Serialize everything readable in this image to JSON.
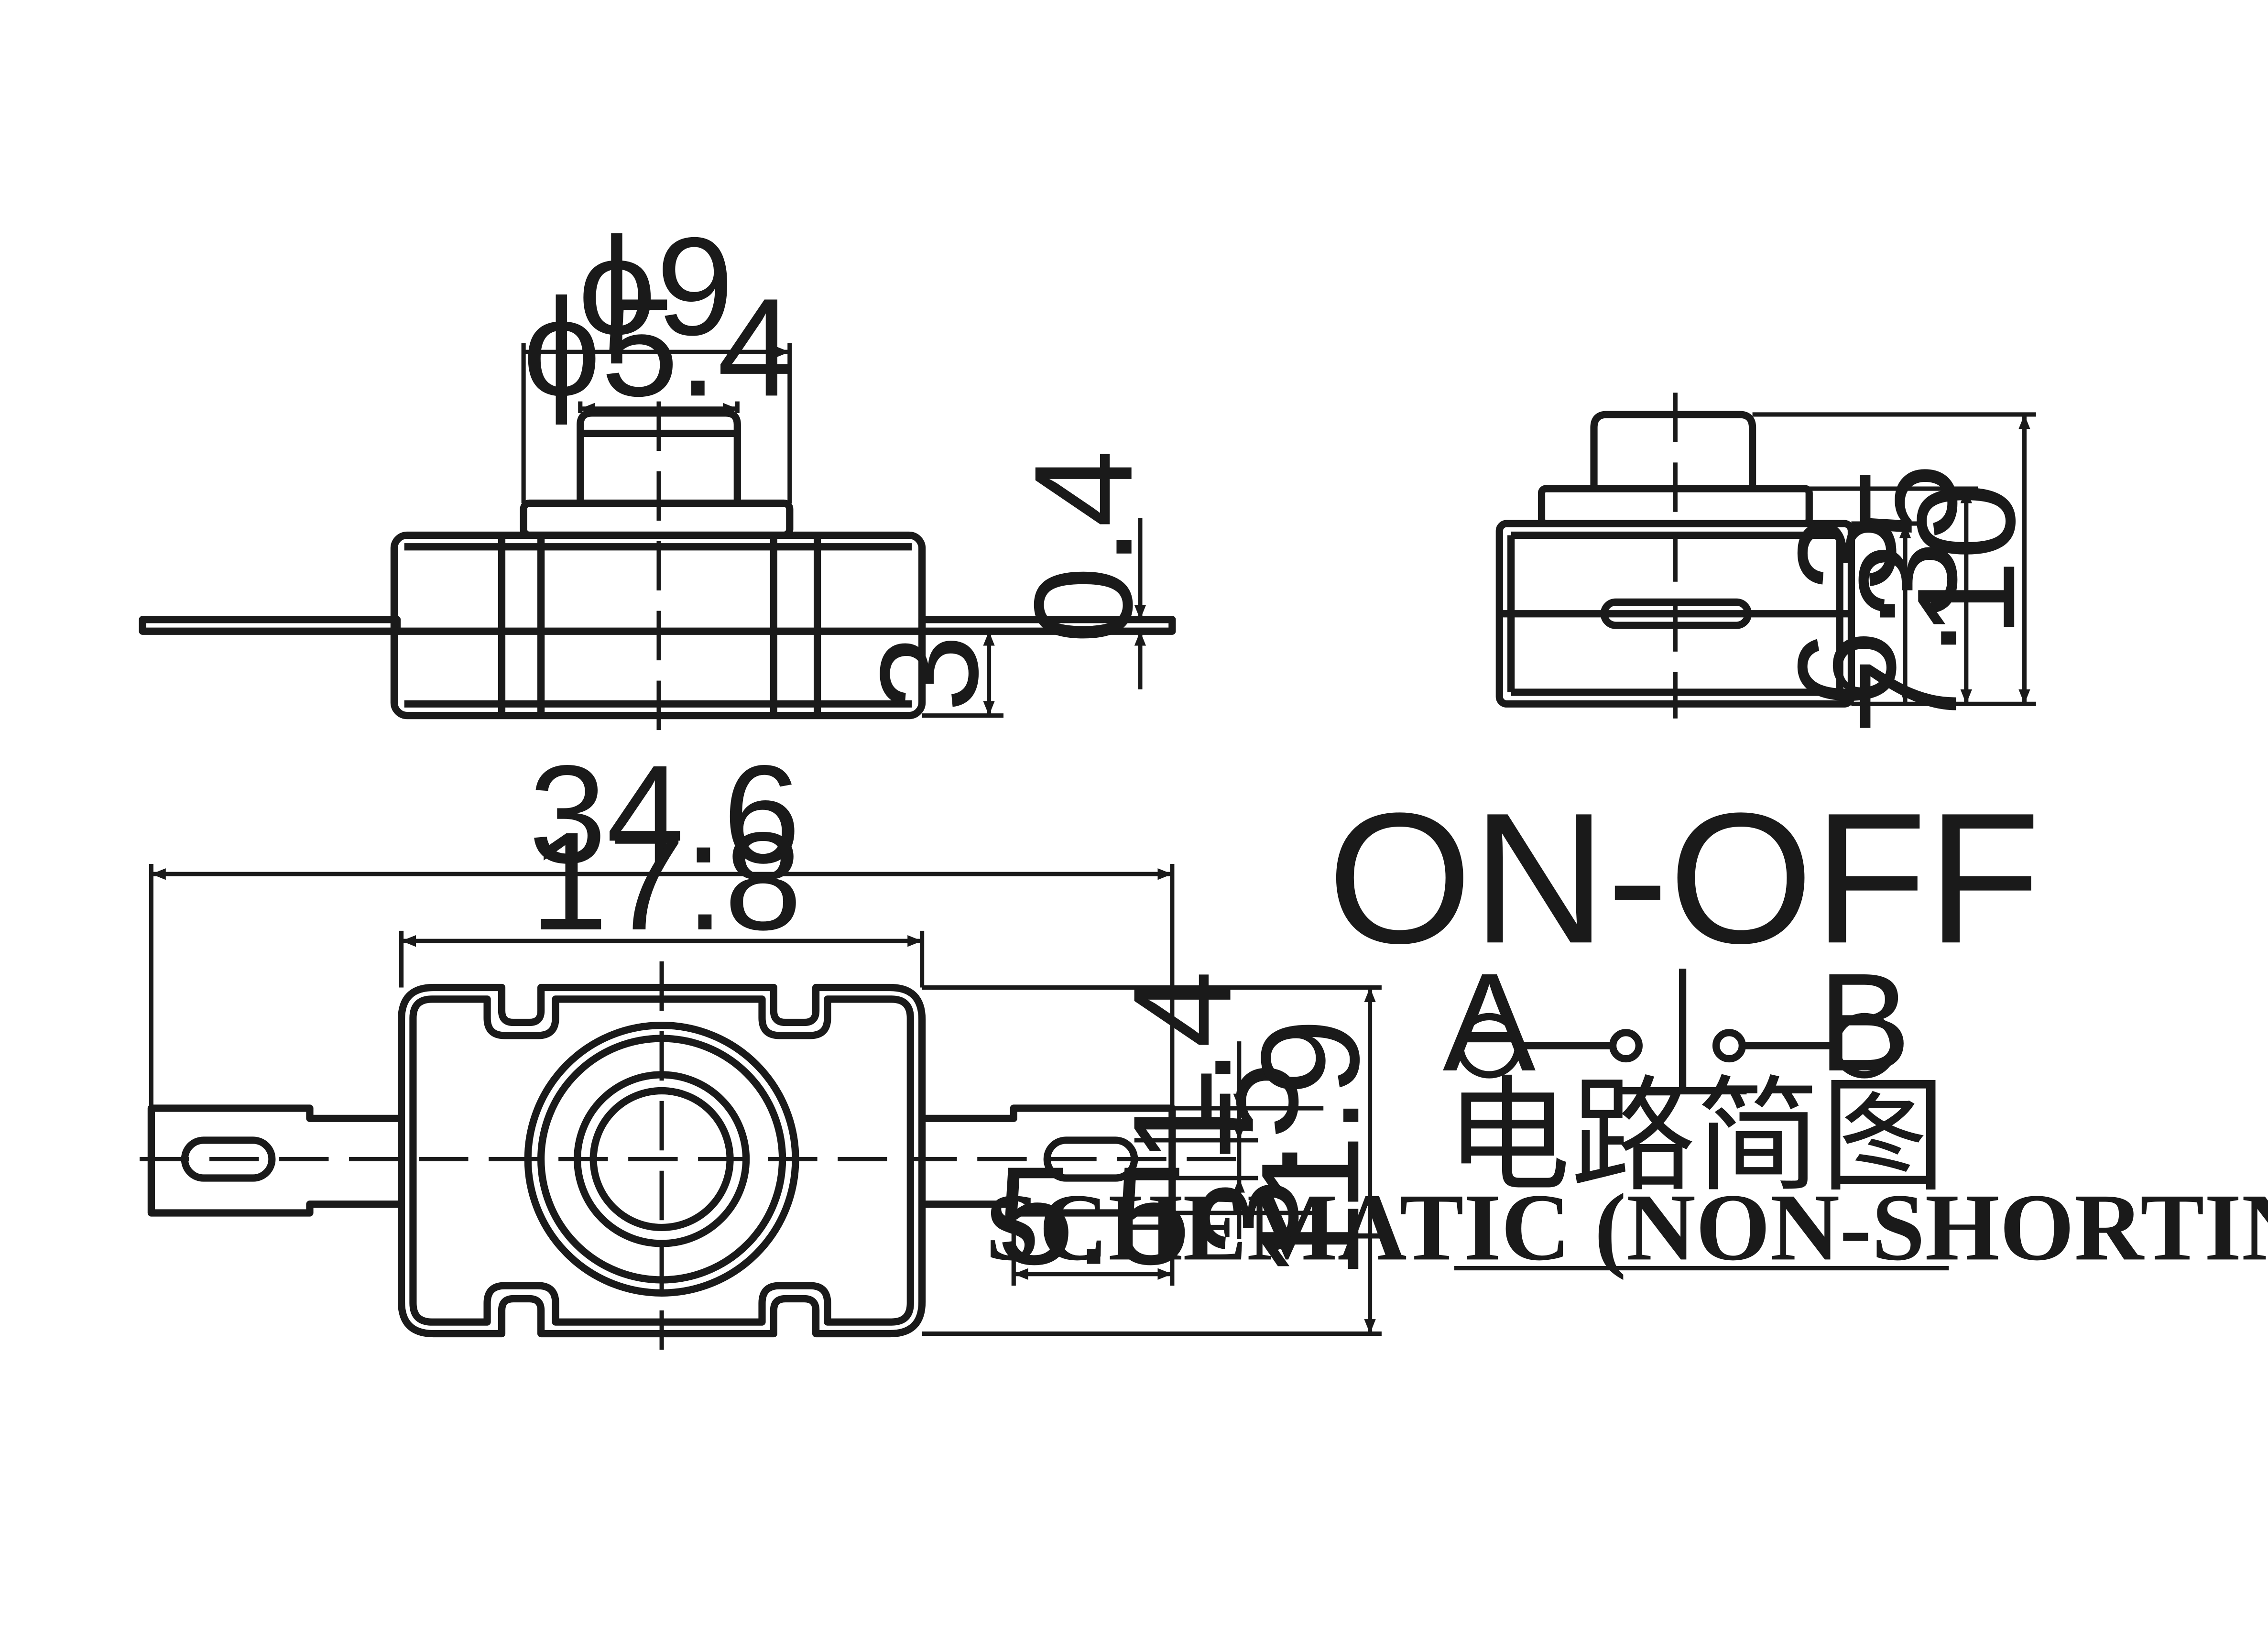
{
  "dimensions": {
    "button_outer_dia": "ϕ9",
    "button_inner_dia": "ϕ5.4",
    "terminal_thickness": "0.4",
    "terminal_height": "3",
    "body_height": "6.3",
    "collar_height": "7.35",
    "total_height": "10",
    "overall_length": "34.6",
    "body_length": "17.8",
    "slot_offset": "1.4",
    "slot_width": "3.5",
    "body_width": "11.9",
    "terminal_length": "5.5"
  },
  "schematic": {
    "title": "ON-OFF",
    "terminal_a": "A",
    "terminal_b": "B",
    "caption_cn": "电路简图",
    "caption_en": "SCHEMATIC (NON-SHORTING)"
  }
}
